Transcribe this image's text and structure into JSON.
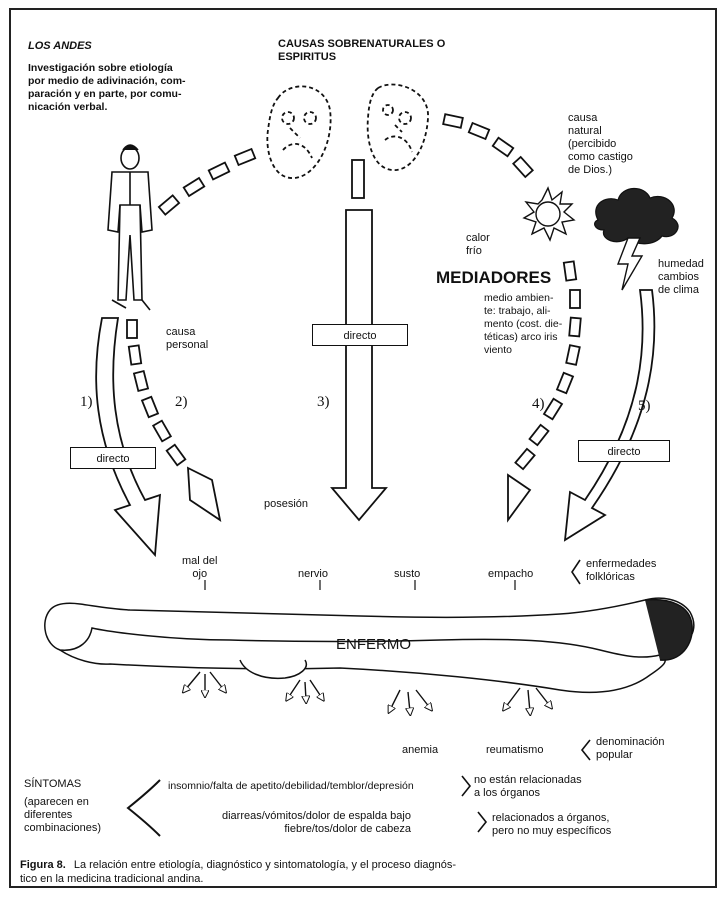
{
  "region": "LOS ANDES",
  "intro": "Investigación sobre etiología\npor medio de adivinación, com-\nparación y en parte, por comu-\nnicación verbal.",
  "supernatural": "CAUSAS SOBRENATURALES O\nESPIRITUS",
  "natural_cause": "causa\nnatural\n(percibido\ncomo castigo\nde Dios.)",
  "heat": "calor\nfrío",
  "mediators_title": "MEDIADORES",
  "mediators_text": "medio ambien-\nte: trabajo, ali-\nmento (cost. die-\ntéticas) arco iris\nviento",
  "humidity": "humedad\ncambios\nde clima",
  "personal_cause": "causa\npersonal",
  "paths": [
    "1)",
    "2)",
    "3)",
    "4)",
    "5)"
  ],
  "direct_label": "directo",
  "possession": "posesión",
  "folk_illnesses": [
    "mal del\nojo",
    "nervio",
    "susto",
    "empacho"
  ],
  "folk_label": "enfermedades\nfolklóricas",
  "patient": "ENFERMO",
  "popular_illnesses": [
    "anemia",
    "reumatismo"
  ],
  "popular_label": "denominación\npopular",
  "symptoms_title": "SÍNTOMAS",
  "symptoms_note": "(aparecen en\ndiferentes\ncombinaciones)",
  "symptoms_unrelated": "insomnio/falta de apetito/debilidad/temblor/depresión",
  "unrelated_label": "no están relacionadas\na los órganos",
  "symptoms_related": "diarreas/vómitos/dolor de espalda bajo\nfiebre/tos/dolor de cabeza",
  "related_label": "relacionados a órganos,\npero no muy específicos",
  "caption_fig": "Figura 8.",
  "caption_text": "La relación entre etiología, diagnóstico y sintomatología, y el proceso diagnós-\ntico en la medicina tradicional andina."
}
